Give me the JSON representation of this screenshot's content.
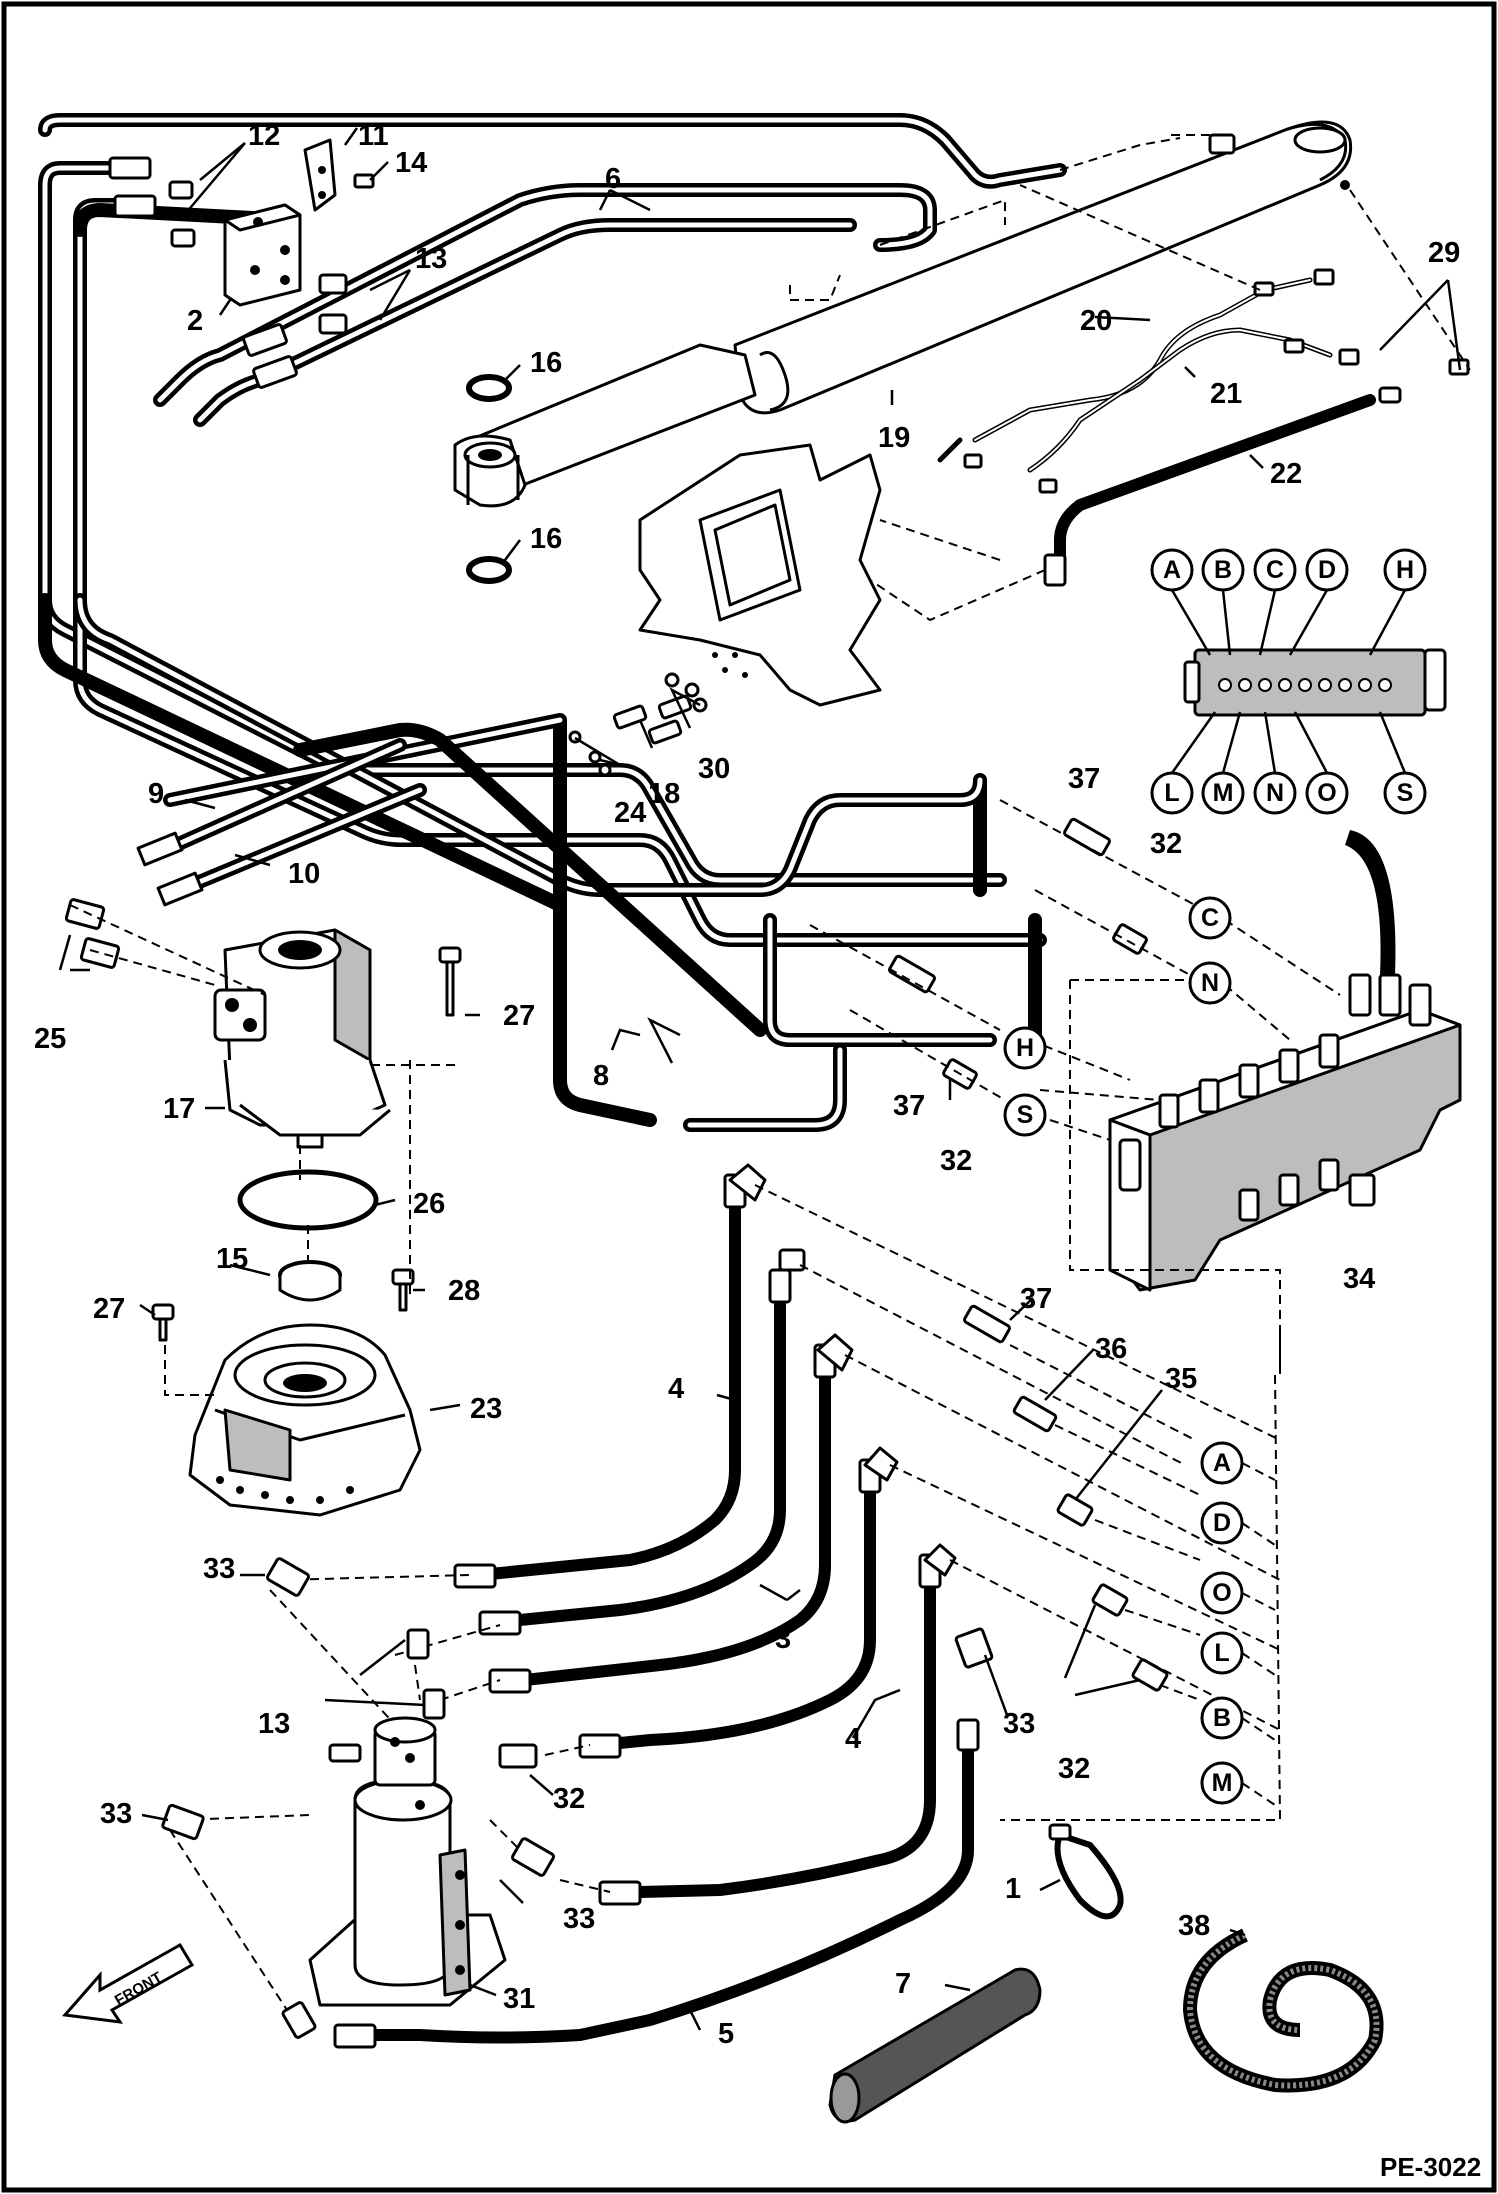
{
  "drawing_ref": "PE-3022",
  "front_label": "FRONT",
  "callouts": {
    "n1": "1",
    "n2": "2",
    "n3": "3",
    "n4a": "4",
    "n4b": "4",
    "n5": "5",
    "n6": "6",
    "n7": "7",
    "n8": "8",
    "n9": "9",
    "n10": "10",
    "n11": "11",
    "n12": "12",
    "n13a": "13",
    "n13b": "13",
    "n14": "14",
    "n15": "15",
    "n16a": "16",
    "n16b": "16",
    "n17": "17",
    "n18": "18",
    "n19": "19",
    "n20": "20",
    "n21": "21",
    "n22": "22",
    "n23": "23",
    "n24": "24",
    "n25": "25",
    "n26": "26",
    "n27a": "27",
    "n27b": "27",
    "n28": "28",
    "n29": "29",
    "n30": "30",
    "n31": "31",
    "n32a": "32",
    "n32b": "32",
    "n32c": "32",
    "n32d": "32",
    "n33a": "33",
    "n33b": "33",
    "n33c": "33",
    "n33d": "33",
    "n34": "34",
    "n35": "35",
    "n36": "36",
    "n37a": "37",
    "n37b": "37",
    "n37c": "37",
    "n38": "38"
  },
  "valve_ports_top": [
    "A",
    "B",
    "C",
    "D",
    "H"
  ],
  "valve_ports_bottom": [
    "L",
    "M",
    "N",
    "O",
    "S"
  ],
  "connection_letters_mid": [
    "C",
    "N",
    "H",
    "S"
  ],
  "connection_letters_right": [
    "A",
    "D",
    "O",
    "L",
    "B",
    "M"
  ]
}
